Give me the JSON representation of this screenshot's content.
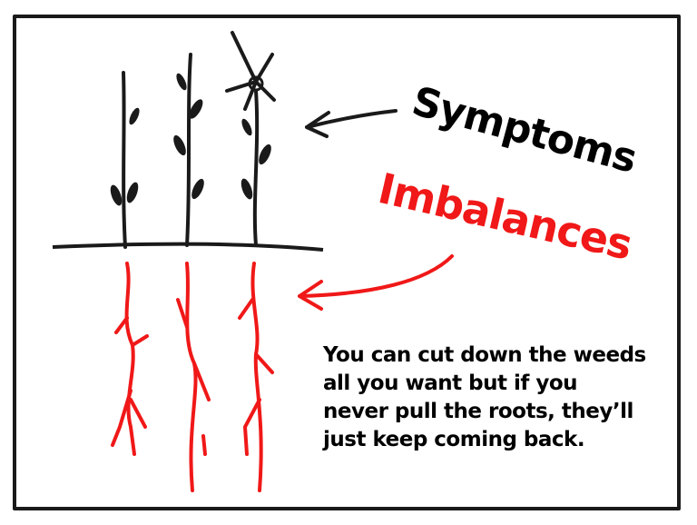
{
  "labels": {
    "symptoms": "Symptoms",
    "imbalances": "Imbalances"
  },
  "caption": {
    "lines": [
      "You can cut down the weeds",
      "all you want but if you",
      "never pull the roots, they’ll",
      "just keep coming back."
    ]
  },
  "colors": {
    "stems": "#1a1a1a",
    "roots": "#f01818",
    "frame": "#1a1a1a"
  }
}
